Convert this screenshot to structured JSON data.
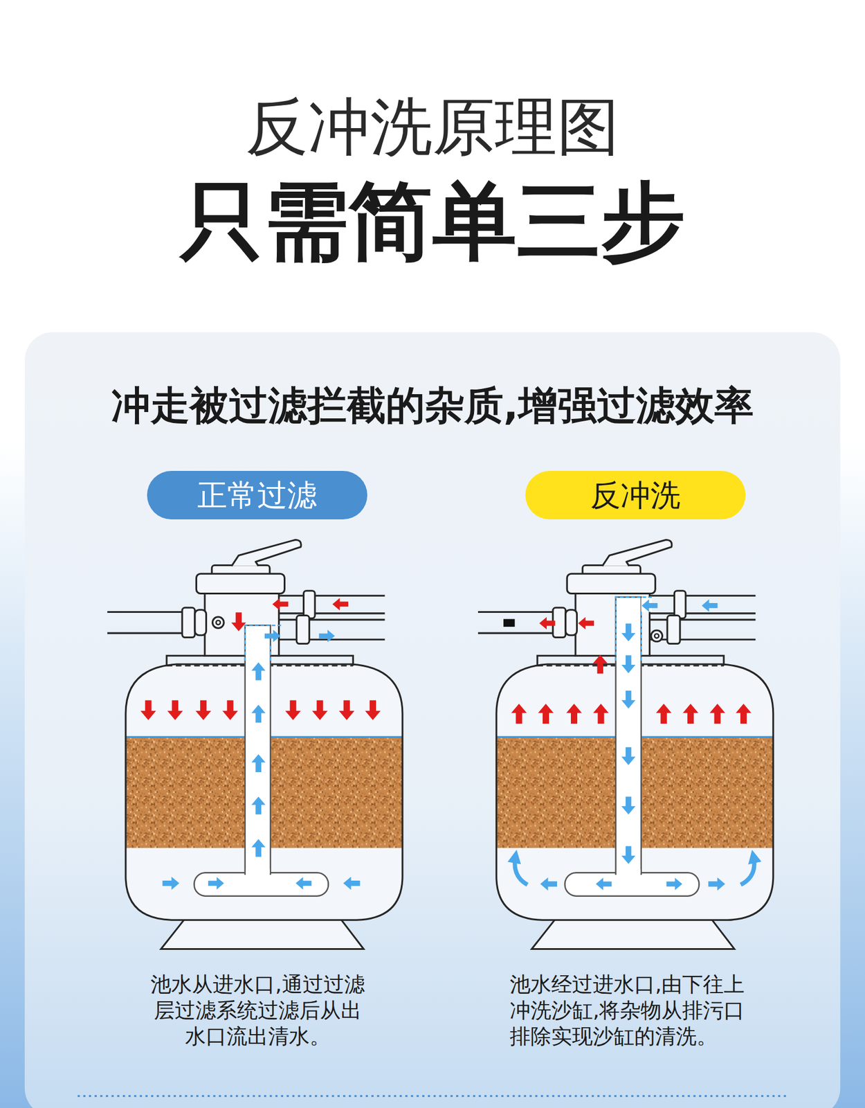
{
  "diagram": {
    "title": "反冲洗原理图",
    "nodes": [
      {
        "text": [
          "正常过滤"
        ]
      },
      {
        "text": [
          "反冲洗"
        ]
      }
    ],
    "labels": [
      "只需简单三步",
      "冲走被过滤拦截的杂质,增强过滤效率",
      "池水从进水口,通过过滤层过滤系统过滤后从出水口流出清水。",
      "池水经过进水口,由下往上冲洗沙缸,将杂物从排污口排除实现沙缸的清洗。"
    ]
  }
}
